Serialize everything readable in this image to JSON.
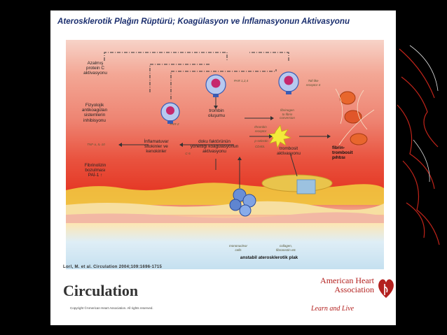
{
  "slide": {
    "title": "Aterosklerotik Plağın Rüptürü; Koagülasyon ve İnflamasyonun Aktivasyonu"
  },
  "diagram": {
    "left_labels": {
      "protein_c": "Azalmış\nprotein C\naktivasyonu",
      "anticoagulant": "Fizyolojik\nantikoagülan\nsistemlerin\ninhibisyonu",
      "fibrinolysis": "Fibrinolizin\nbozulması\nPAİ-1 ↑",
      "tnf": "TNF-a, IL-10"
    },
    "center_labels": {
      "inflammatory": "İnflamatuvar\nsitokinler ve\nkenokinler",
      "tissue_factor": "doku faktörünün\nyönettiği koagülasyonun\naktivasyonu",
      "thrombin": "trombin\noluşumu",
      "platelet": "trombosit\naktivasyonu",
      "clot": "fibrin-\ntrombosit\npıhtısı",
      "unstable_plaque": "anstabil aterosklerotik plak"
    },
    "small_labels": {
      "par124": "PAR 1,2,4",
      "par2": "PAR-2",
      "toll": "Toll-like\nreceptor-4",
      "fibrinogen": "fibrinogen\nto fibrin\nconversion",
      "thrombin_rec": "thrombin\nreceptor",
      "p_selectin": "p-selectin",
      "cd40": "CD40L",
      "c5": "C-5",
      "mono": "mononuclear\ncells",
      "collagen": "collagen,\nfibronectin etc"
    }
  },
  "footer": {
    "citation": "Lorl, M. et al. Circulation 2004;109:1696-1715",
    "journal": "Circulation",
    "copyright": "Copyright ©American Heart Association. All rights reserved.",
    "aha_name": "American Heart\nAssociation",
    "aha_slogan": "Learn and Live"
  },
  "colors": {
    "title": "#1a2e6e",
    "aha_red": "#b3201e",
    "background": "#000000"
  }
}
